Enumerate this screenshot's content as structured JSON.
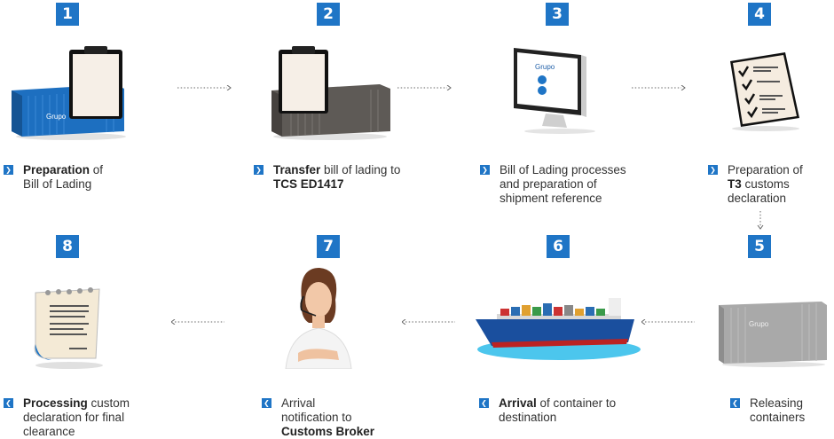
{
  "steps": [
    {
      "number": "1",
      "bold": "Preparation",
      "rest": " of",
      "line2": "Bill of Lading"
    },
    {
      "number": "2",
      "bold": "Transfer",
      "rest": " bill of lading to",
      "line2_bold": "TCS ED1417"
    },
    {
      "number": "3",
      "line1": "Bill of Lading processes",
      "line2": "and preparation of",
      "line3": "shipment reference"
    },
    {
      "number": "4",
      "line1": "Preparation of",
      "line2_bold": "T3",
      "line2_rest": " customs",
      "line3": "declaration"
    },
    {
      "number": "5",
      "line1": "Releasing",
      "line2": "containers"
    },
    {
      "number": "6",
      "bold": "Arrival",
      "rest": " of container to",
      "line2": "destination"
    },
    {
      "number": "7",
      "line1": "Arrival",
      "line2": "notification to",
      "line3_bold": "Customs Broker"
    },
    {
      "number": "8",
      "bold": "Processing",
      "rest": "  custom",
      "line2": "declaration for final",
      "line3": "clearance"
    }
  ],
  "container_logo": "Grupo",
  "monitor_logo": "Grupo",
  "colors": {
    "accent": "#1f75c6",
    "container_blue": "#1d6fc0",
    "container_gray": "#5e5a56",
    "container_light": "#a9a9a9",
    "ship_hull": "#1a4f9e"
  },
  "icons": [
    "clipboard-icon",
    "container-icon",
    "monitor-icon",
    "checklist-icon",
    "ship-icon",
    "operator-icon",
    "document-icon"
  ]
}
